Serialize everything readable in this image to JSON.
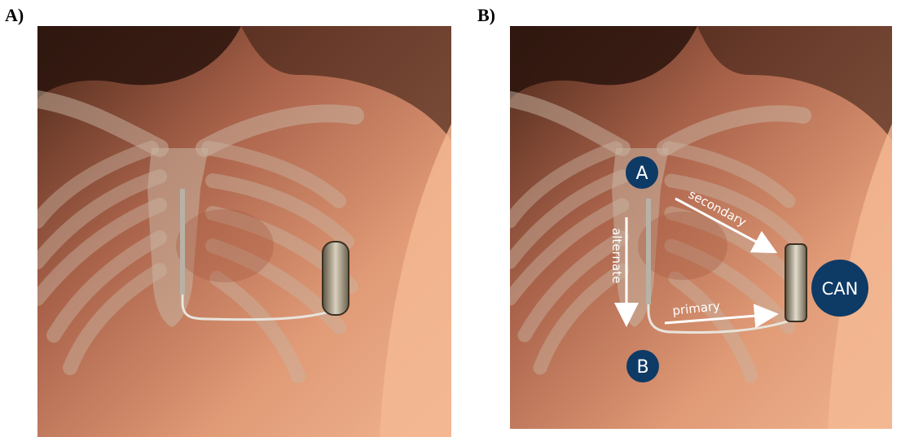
{
  "panels": {
    "a": {
      "label": "A)"
    },
    "b": {
      "label": "B)"
    }
  },
  "annotations": {
    "electrode_a": "A",
    "electrode_b": "B",
    "can": "CAN",
    "secondary": "secondary",
    "primary": "primary",
    "alternate": "alternate"
  },
  "colors": {
    "skin_light": "#e8a27e",
    "skin_dark": "#6b3a26",
    "bone": "#c7b3a2",
    "badge": "#0e3a66",
    "background": "#ffffff"
  }
}
